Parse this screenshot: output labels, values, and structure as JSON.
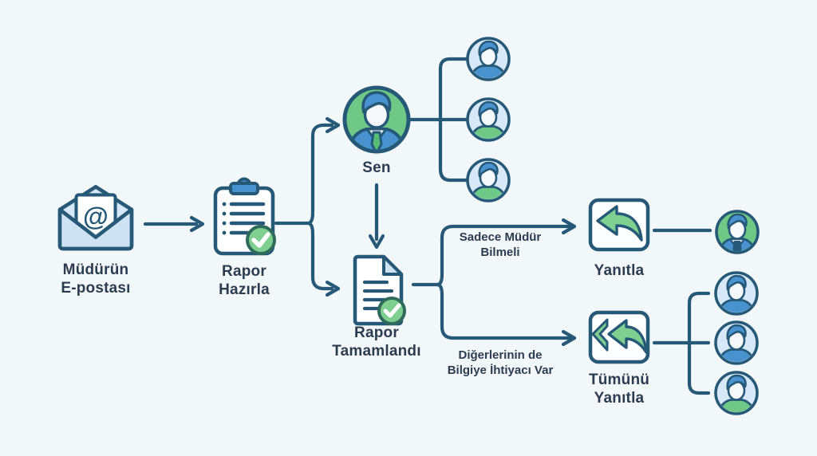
{
  "diagram": {
    "background": "#f2f7fa",
    "type": "flowchart",
    "language": "Turkish",
    "topic": "Reply vs Reply-All email decision flow"
  },
  "palette": {
    "outline": "#265978",
    "text": "#2c3c50",
    "blue": "#4892cf",
    "blue_light": "#d7e9f8",
    "blue_pale": "#cfe2f4",
    "green": "#6fc885",
    "green_arrow": "#7ecf90",
    "green_tie": "#58bd74",
    "check_outline": "#2f6b5b",
    "face": "#f6f9fc"
  },
  "nodes": {
    "manager_email": {
      "icon": "envelope-at-icon",
      "at_symbol": "@",
      "label": [
        "Müdürün",
        "E-postası"
      ]
    },
    "prepare_report": {
      "icon": "clipboard-check-icon",
      "label": [
        "Rapor",
        "Hazırla"
      ]
    },
    "you": {
      "icon": "person-avatar-icon",
      "label": "Sen"
    },
    "team_recipients_top": {
      "icon": "avatar-group-icon",
      "count": 3
    },
    "report_done": {
      "icon": "document-check-icon",
      "label": [
        "Rapor",
        "Tamamlandı"
      ]
    },
    "reply": {
      "icon": "reply-arrow-icon",
      "label": "Yanıtla"
    },
    "reply_all": {
      "icon": "reply-all-arrow-icon",
      "label": [
        "Tümünü",
        "Yanıtla"
      ]
    },
    "manager_recipient": {
      "icon": "manager-avatar-icon",
      "count": 1
    },
    "team_recipients_bottom": {
      "icon": "avatar-group-icon",
      "count": 3
    }
  },
  "edges": {
    "only_manager": {
      "from": "report_done",
      "to": "reply",
      "label": [
        "Sadece Müdür",
        "Bilmeli"
      ]
    },
    "others_need": {
      "from": "report_done",
      "to": "reply_all",
      "label": [
        "Diğerlerinin de",
        "Bilgiye İhtiyacı Var"
      ]
    }
  }
}
